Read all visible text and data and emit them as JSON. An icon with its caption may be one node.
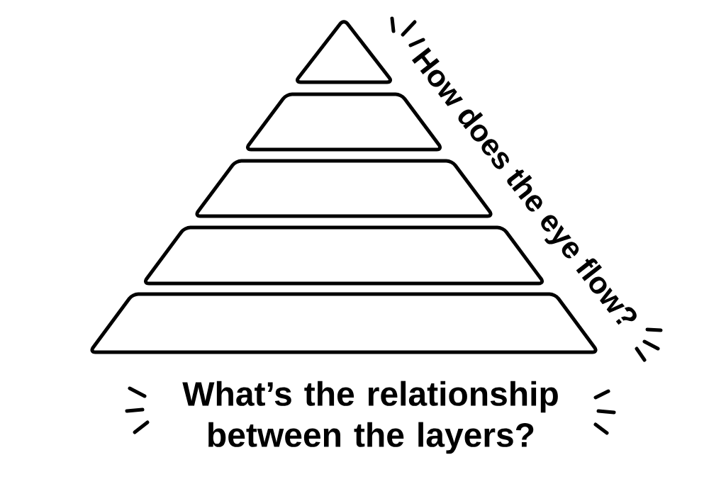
{
  "diagram": {
    "nodes": [
      {
        "text": [],
        "shape": "triangle"
      },
      {
        "text": [],
        "shape": "trapezoid"
      },
      {
        "text": [],
        "shape": "trapezoid"
      },
      {
        "text": [],
        "shape": "trapezoid"
      },
      {
        "text": [],
        "shape": "trapezoid"
      }
    ],
    "labels": [
      "How does the eye flow?",
      "What’s the relationship between the layers?"
    ]
  }
}
